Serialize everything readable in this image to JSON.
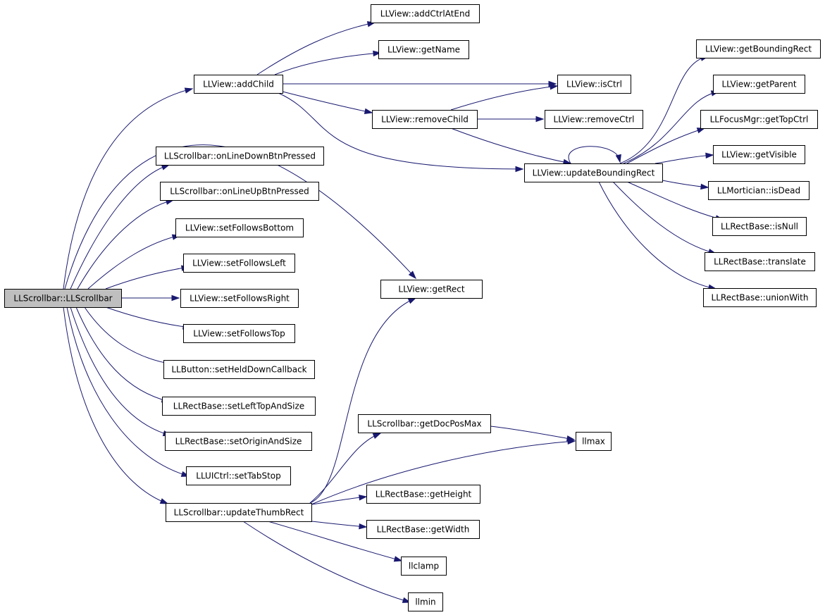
{
  "nodes": [
    {
      "id": "root",
      "label": "LLScrollbar::LLScrollbar",
      "root": true
    },
    {
      "id": "addChild",
      "label": "LLView::addChild"
    },
    {
      "id": "addCtrlAtEnd",
      "label": "LLView::addCtrlAtEnd"
    },
    {
      "id": "getName",
      "label": "LLView::getName"
    },
    {
      "id": "isCtrl",
      "label": "LLView::isCtrl"
    },
    {
      "id": "removeChild",
      "label": "LLView::removeChild"
    },
    {
      "id": "removeCtrl",
      "label": "LLView::removeCtrl"
    },
    {
      "id": "updateBoundingRect",
      "label": "LLView::updateBoundingRect"
    },
    {
      "id": "getBoundingRect",
      "label": "LLView::getBoundingRect"
    },
    {
      "id": "getParent",
      "label": "LLView::getParent"
    },
    {
      "id": "getTopCtrl",
      "label": "LLFocusMgr::getTopCtrl"
    },
    {
      "id": "getVisible",
      "label": "LLView::getVisible"
    },
    {
      "id": "isDead",
      "label": "LLMortician::isDead"
    },
    {
      "id": "isNull",
      "label": "LLRectBase::isNull"
    },
    {
      "id": "translate",
      "label": "LLRectBase::translate"
    },
    {
      "id": "unionWith",
      "label": "LLRectBase::unionWith"
    },
    {
      "id": "onLineDown",
      "label": "LLScrollbar::onLineDownBtnPressed"
    },
    {
      "id": "onLineUp",
      "label": "LLScrollbar::onLineUpBtnPressed"
    },
    {
      "id": "setFollowsBottom",
      "label": "LLView::setFollowsBottom"
    },
    {
      "id": "setFollowsLeft",
      "label": "LLView::setFollowsLeft"
    },
    {
      "id": "setFollowsRight",
      "label": "LLView::setFollowsRight"
    },
    {
      "id": "setFollowsTop",
      "label": "LLView::setFollowsTop"
    },
    {
      "id": "setHeldDownCallback",
      "label": "LLButton::setHeldDownCallback"
    },
    {
      "id": "setLeftTopAndSize",
      "label": "LLRectBase::setLeftTopAndSize"
    },
    {
      "id": "setOriginAndSize",
      "label": "LLRectBase::setOriginAndSize"
    },
    {
      "id": "setTabStop",
      "label": "LLUICtrl::setTabStop"
    },
    {
      "id": "updateThumbRect",
      "label": "LLScrollbar::updateThumbRect"
    },
    {
      "id": "getRect",
      "label": "LLView::getRect"
    },
    {
      "id": "getDocPosMax",
      "label": "LLScrollbar::getDocPosMax"
    },
    {
      "id": "llmax",
      "label": "llmax"
    },
    {
      "id": "getHeight",
      "label": "LLRectBase::getHeight"
    },
    {
      "id": "getWidth",
      "label": "LLRectBase::getWidth"
    },
    {
      "id": "llclamp",
      "label": "llclamp"
    },
    {
      "id": "llmin",
      "label": "llmin"
    }
  ],
  "edges": [
    {
      "from": "root",
      "to": "addChild"
    },
    {
      "from": "root",
      "to": "getRect"
    },
    {
      "from": "root",
      "to": "onLineDown"
    },
    {
      "from": "root",
      "to": "onLineUp"
    },
    {
      "from": "root",
      "to": "setFollowsBottom"
    },
    {
      "from": "root",
      "to": "setFollowsLeft"
    },
    {
      "from": "root",
      "to": "setFollowsRight"
    },
    {
      "from": "root",
      "to": "setFollowsTop"
    },
    {
      "from": "root",
      "to": "setHeldDownCallback"
    },
    {
      "from": "root",
      "to": "setLeftTopAndSize"
    },
    {
      "from": "root",
      "to": "setOriginAndSize"
    },
    {
      "from": "root",
      "to": "setTabStop"
    },
    {
      "from": "root",
      "to": "updateThumbRect"
    },
    {
      "from": "addChild",
      "to": "addCtrlAtEnd"
    },
    {
      "from": "addChild",
      "to": "getName"
    },
    {
      "from": "addChild",
      "to": "isCtrl"
    },
    {
      "from": "addChild",
      "to": "removeChild"
    },
    {
      "from": "addChild",
      "to": "updateBoundingRect"
    },
    {
      "from": "removeChild",
      "to": "isCtrl"
    },
    {
      "from": "removeChild",
      "to": "removeCtrl"
    },
    {
      "from": "removeChild",
      "to": "updateBoundingRect"
    },
    {
      "from": "updateBoundingRect",
      "to": "updateBoundingRect"
    },
    {
      "from": "updateBoundingRect",
      "to": "getBoundingRect"
    },
    {
      "from": "updateBoundingRect",
      "to": "getParent"
    },
    {
      "from": "updateBoundingRect",
      "to": "getTopCtrl"
    },
    {
      "from": "updateBoundingRect",
      "to": "getVisible"
    },
    {
      "from": "updateBoundingRect",
      "to": "isDead"
    },
    {
      "from": "updateBoundingRect",
      "to": "isNull"
    },
    {
      "from": "updateBoundingRect",
      "to": "translate"
    },
    {
      "from": "updateBoundingRect",
      "to": "unionWith"
    },
    {
      "from": "updateThumbRect",
      "to": "getRect"
    },
    {
      "from": "updateThumbRect",
      "to": "getDocPosMax"
    },
    {
      "from": "updateThumbRect",
      "to": "llmax"
    },
    {
      "from": "updateThumbRect",
      "to": "getHeight"
    },
    {
      "from": "updateThumbRect",
      "to": "getWidth"
    },
    {
      "from": "updateThumbRect",
      "to": "llclamp"
    },
    {
      "from": "updateThumbRect",
      "to": "llmin"
    },
    {
      "from": "getDocPosMax",
      "to": "llmax"
    }
  ]
}
